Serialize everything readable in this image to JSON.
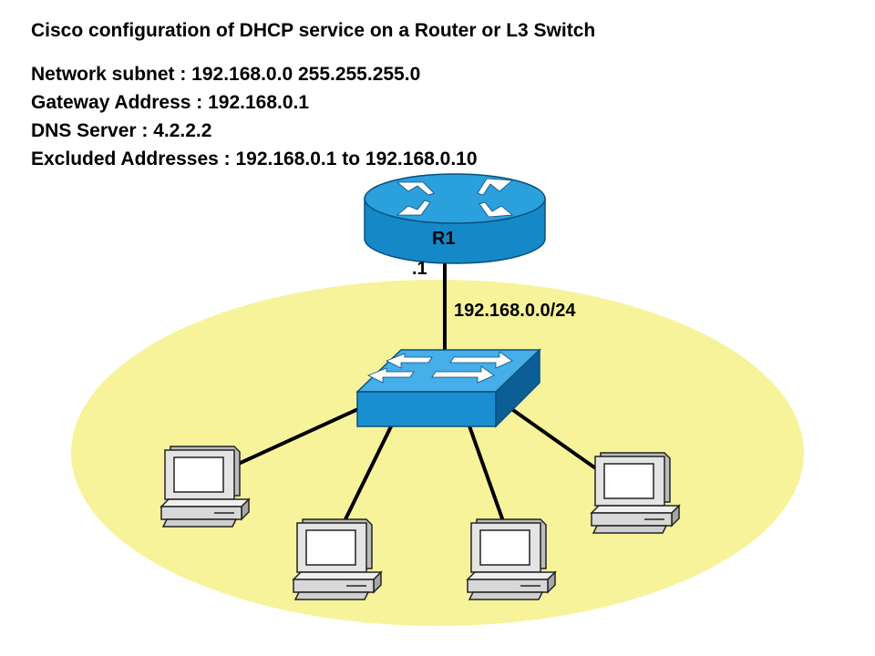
{
  "title": "Cisco configuration of DHCP service on a Router or L3 Switch",
  "info": {
    "subnet": "Network subnet : 192.168.0.0 255.255.255.0",
    "gateway": "Gateway Address : 192.168.0.1",
    "dns": "DNS Server : 4.2.2.2",
    "excluded": "Excluded Addresses : 192.168.0.1 to 192.168.0.10"
  },
  "router": {
    "label": "R1",
    "interface_label": ".1"
  },
  "link": {
    "network_label": "192.168.0.0/24"
  },
  "colors": {
    "lan_area": "#f7f39a",
    "device_blue": "#1a8fd0",
    "device_blue_dark": "#0c5f96",
    "pc_body": "#d8d8d8"
  }
}
